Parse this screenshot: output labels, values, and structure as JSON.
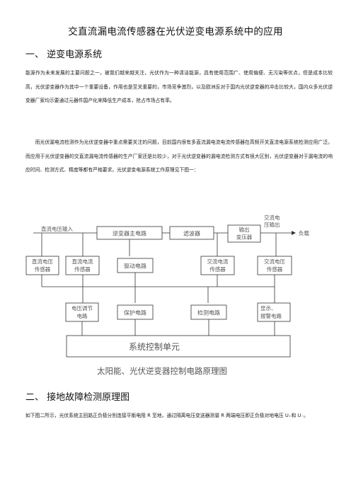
{
  "document": {
    "title": "交直流漏电流传感器在光伏逆变电源系统中的应用",
    "section1": {
      "heading": "一、  逆变电源系统",
      "para1": "能源作为未来发展的主要问题之一，被我们越来越关注，光伏作为一种清洁能源，具有使用范围广、使用偏便、无污染等优点，但是成本比较高，光伏逆变器作为其中一个重要设备，作用也是至关重要的，市场竞争激烈，以及欧洲反对于国内光伏逆变器的冲击比较大，国内众多光伏逆变器厂家均示要通过元器件国产化来降低生产成本，抢占市场占有率。",
      "para2": "而光伏漏电流检测作为光伏逆变器中重点需要关注的问题，目前国内很有多直流漏电流电流传感器在高频开关直流电源系统检测应用广泛。而应用于光伏逆变器的交直流漏电流传感器的生产厂家还是比较少，对于光伏逆变器的漏电流检测方式有很大区别，光伏逆变器对于漏电流的响应时间、检测方式、精度等都有严格要求。光伏逆变电源系统工作原理见下图一："
    },
    "section2": {
      "heading": "二、  接地故障检测原理图",
      "para1": "如下图二所示，光伏系统主回路正负极分别连接平衡电阻 R 至地，通过隔离电压变送器测量 R 两端电压即正负极对地电压 U₊和 U₋。"
    }
  },
  "diagram": {
    "caption": "太阳能、光伏逆变器控制电路原理图",
    "labels": {
      "dc_input": "直流电压输入",
      "inverter_main": "逆变器主电路",
      "filter": "滤波器",
      "output_transformer": [
        "输出",
        "变压器"
      ],
      "ac_output": [
        "交流电",
        "压输出"
      ],
      "load": "负载",
      "dc_voltage_sensor": [
        "直流电压",
        "传感器"
      ],
      "dc_current_sensor": [
        "直流电流",
        "传感器"
      ],
      "drive_circuit": "驱动电路",
      "ac_current_sensor": [
        "交流电流",
        "传感器"
      ],
      "ac_voltage_sensor": [
        "交流电压",
        "传感器"
      ],
      "voltage_regulator": [
        "电压调节",
        "电路"
      ],
      "protection_circuit": "保护电路",
      "detection_circuit": "检测电路",
      "display_alarm": [
        "显示、",
        "报警电路"
      ],
      "control_unit": "系统控制单元"
    }
  }
}
